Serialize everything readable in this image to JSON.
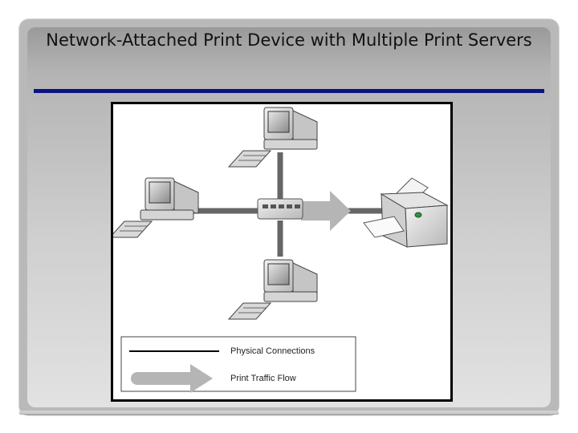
{
  "slide": {
    "title": "Network-Attached Print Device with Multiple Print Servers"
  },
  "diagram": {
    "nodes": [
      "computer-top",
      "computer-left",
      "computer-bottom",
      "network-hub",
      "print-device"
    ],
    "legend": {
      "physical_connections_label": "Physical Connections",
      "print_traffic_flow_label": "Print Traffic Flow"
    },
    "colors": {
      "accent_rule": "#0b1384",
      "traffic_flow": "#b5b5b5",
      "connection_line": "#555555"
    }
  }
}
